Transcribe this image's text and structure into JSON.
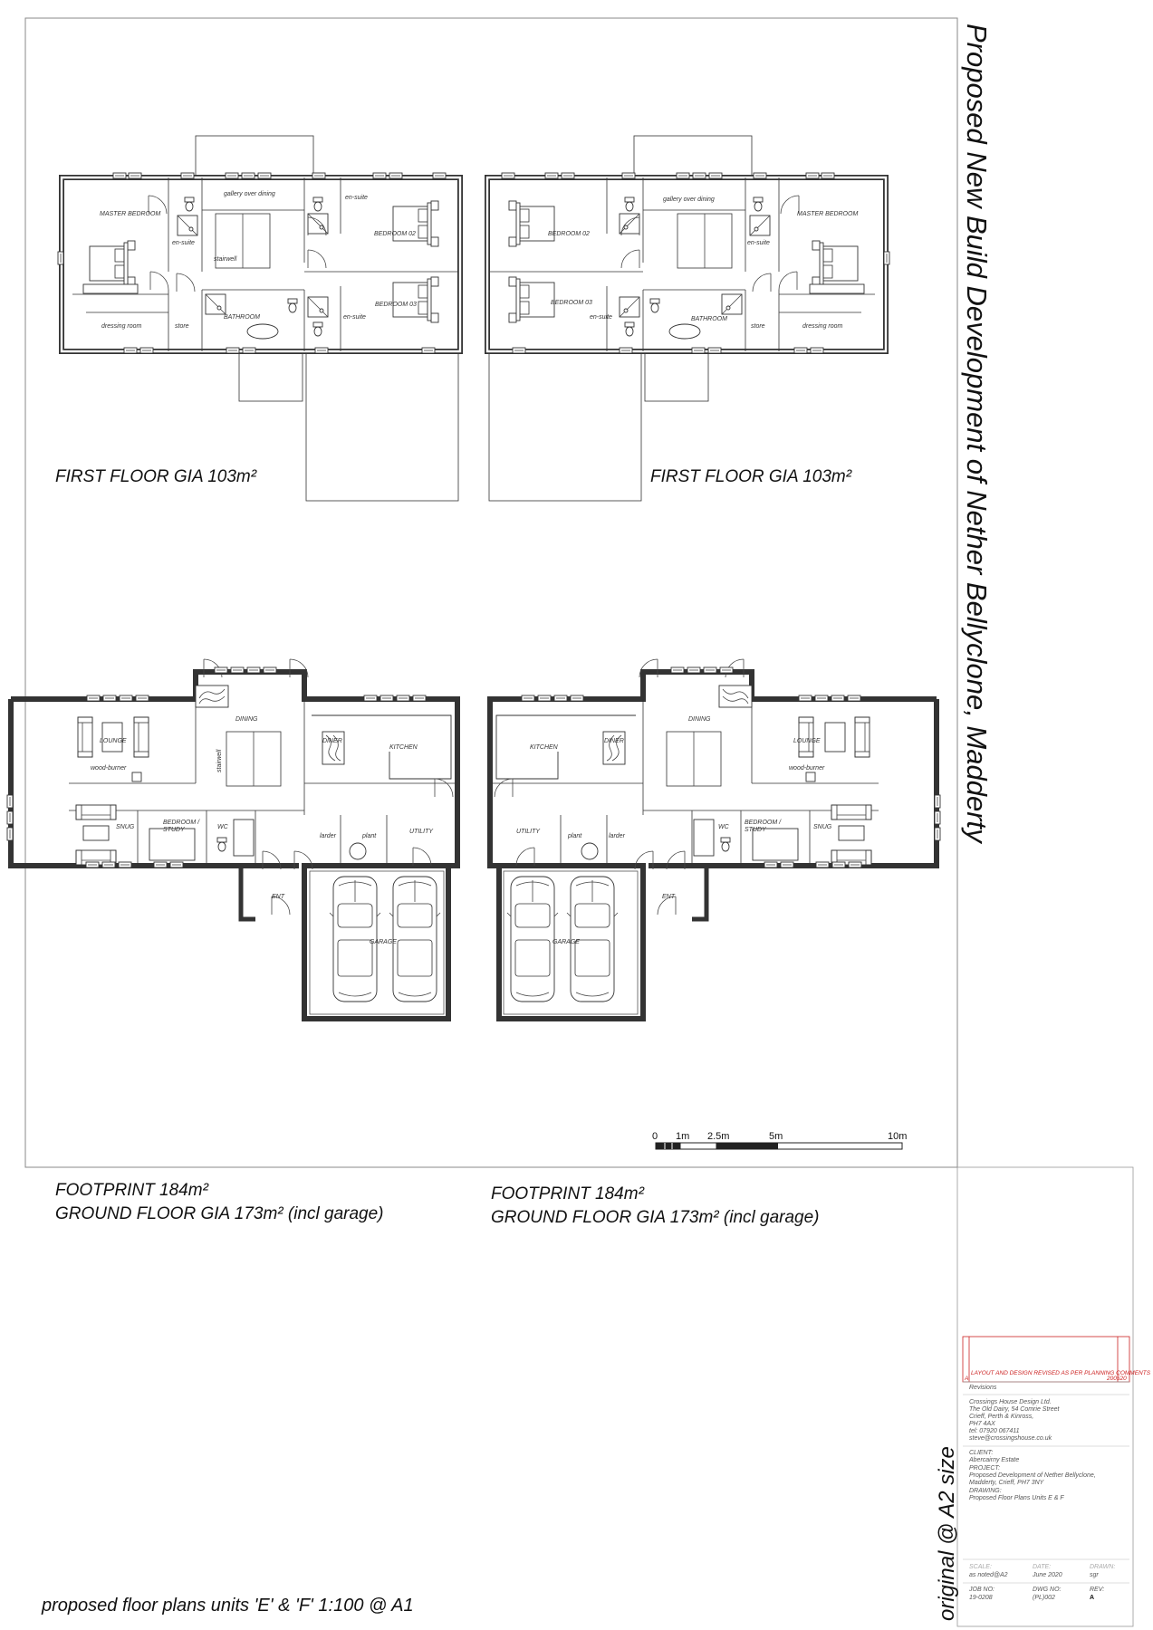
{
  "title": {
    "main": "Proposed New Build Development of Nether Bellyclone, Madderty",
    "part1": "Proposed New ",
    "part2": "Build",
    "part3": " Development of Nether Bellyclone, Madderty"
  },
  "caption": "proposed floor plans units 'E' & 'F'  1:100 @ A1",
  "size_note": "original @ A2 size",
  "first_floor": {
    "gia_left": "FIRST FLOOR GIA 103m²",
    "gia_right": "FIRST FLOOR GIA 103m²",
    "rooms": {
      "master_bedroom": "MASTER BEDROOM",
      "en_suite": "en-suite",
      "gallery": "gallery over dining",
      "stairwell": "stairwell",
      "bedroom_02": "BEDROOM 02",
      "bedroom_03": "BEDROOM 03",
      "bathroom": "BATHROOM",
      "store": "store",
      "dressing_room": "dressing room"
    }
  },
  "ground_floor": {
    "footprint_left": "FOOTPRINT 184m²",
    "gia_left": "GROUND FLOOR GIA 173m² (incl garage)",
    "footprint_right": "FOOTPRINT 184m²",
    "gia_right": "GROUND FLOOR GIA 173m² (incl garage)",
    "rooms": {
      "lounge": "LOUNGE",
      "dining": "DINING",
      "diner": "DINER",
      "kitchen": "KITCHEN",
      "wood_burner": "wood-burner",
      "stairwell": "stairwell",
      "snug": "SNUG",
      "bedroom_study_1": "BEDROOM /",
      "bedroom_study_2": "STUDY",
      "wc": "WC",
      "larder": "larder",
      "plant": "plant",
      "utility": "UTILITY",
      "ent": "ENT",
      "garage": "GARAGE"
    }
  },
  "scale_bar": {
    "labels": [
      "0",
      "1m",
      "2.5m",
      "5m",
      "10m"
    ]
  },
  "title_block": {
    "revision_text": "LAYOUT AND DESIGN REVISED AS PER PLANNING COMMENTS",
    "revision_letter": "A",
    "revision_date": "200520",
    "revisions_label": "Revisions",
    "company": [
      "Crossings House Design Ltd.",
      "The Old Dairy, 54 Comrie Street",
      "Crieff, Perth & Kinross,",
      "PH7 4AX",
      "tel: 07920 067411",
      "steve@crossingshouse.co.uk"
    ],
    "client_label": "CLIENT:",
    "client": "Abercairny Estate",
    "project_label": "PROJECT:",
    "project": [
      "Proposed Development of Nether Bellyclone,",
      "Madderty, Crieff, PH7 3NY"
    ],
    "drawing_label": "DRAWING:",
    "drawing": "Proposed Floor Plans Units E & F",
    "scale_label": "SCALE:",
    "scale": "as noted@A2",
    "date_label": "DATE:",
    "date": "June 2020",
    "drawn_label": "DRAWN:",
    "drawn": "sgr",
    "job_label": "JOB NO:",
    "job": "19-0208",
    "dwg_label": "DWG NO:",
    "dwg": "(PL)002",
    "rev_label": "REV:",
    "rev": "A"
  }
}
